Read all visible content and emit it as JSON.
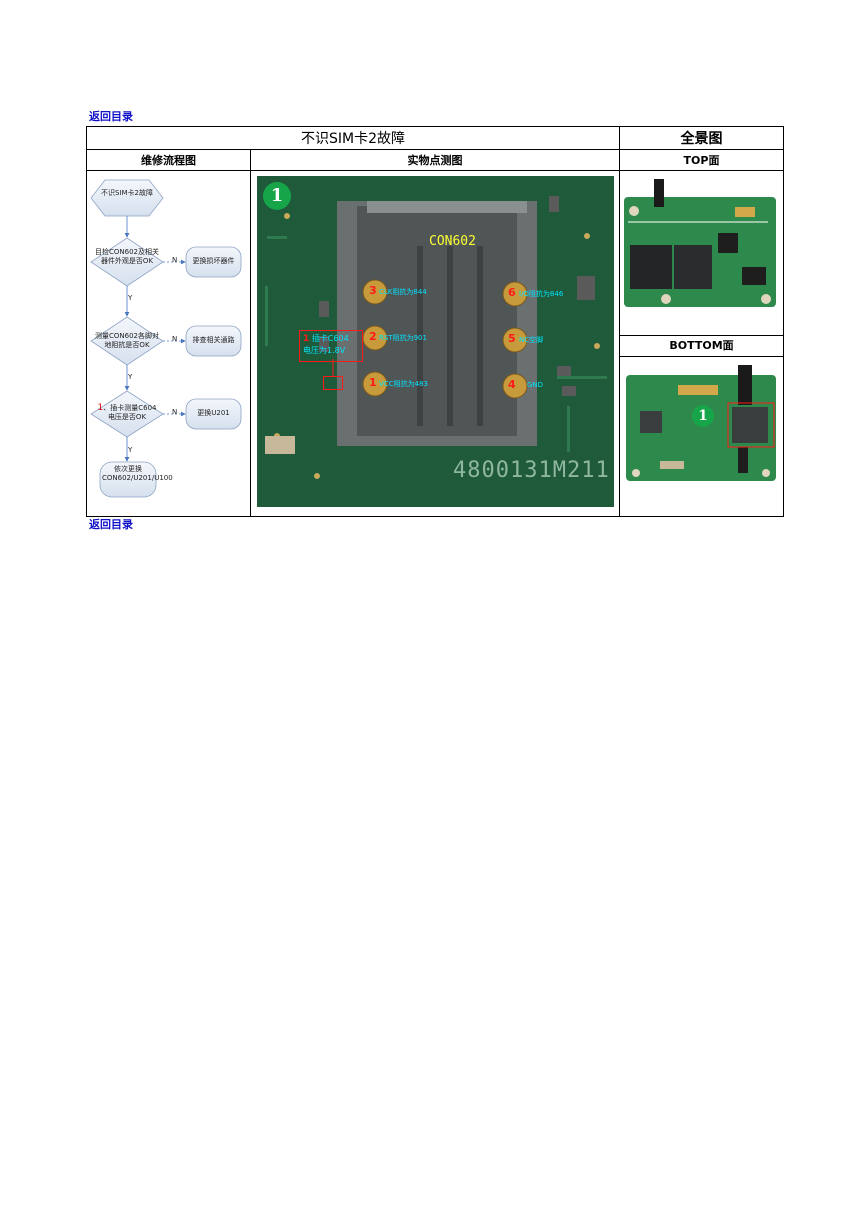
{
  "nav": {
    "back_top": "返回目录",
    "back_bottom": "返回目录"
  },
  "table": {
    "title": "不识SIM卡2故障",
    "panorama": "全景图",
    "col_flow": "维修流程图",
    "col_photo": "实物点测图",
    "col_top": "TOP面",
    "col_bottom": "BOTTOM面"
  },
  "flow": {
    "start": "不识SIM卡2故障",
    "step1": "目检CON602及相关器件外观是否OK",
    "step1_no": "更换损坏器件",
    "step2": "测量CON602各脚对地阻抗是否OK",
    "step2_no": "排查相关通路",
    "step3_num": "1",
    "step3": "、插卡测量C604电压是否OK",
    "step3_no": "更换U201",
    "end": "依次更换CON602/U201/U100",
    "yes": "Y",
    "no": "N"
  },
  "photo": {
    "badge": "1",
    "connector": "CON602",
    "marking": "4800131M211",
    "pins": [
      {
        "num": "3",
        "label": "CLK阻抗为844"
      },
      {
        "num": "2",
        "label": "RST阻抗为901"
      },
      {
        "num": "1",
        "label": "VCC阻抗为483"
      },
      {
        "num": "6",
        "label": "I/O阻抗为846"
      },
      {
        "num": "5",
        "label": "NC空脚"
      },
      {
        "num": "4",
        "label": "GND"
      }
    ],
    "annotation_num": "1",
    "annotation_line1": "插卡C604",
    "annotation_line2": "电压为1.8V"
  },
  "bottom_view": {
    "badge": "1"
  },
  "colors": {
    "link": "#1010c8",
    "badge": "#17a54a",
    "pin_label": "#00e5ff",
    "pin_num": "#ff1a1a"
  }
}
